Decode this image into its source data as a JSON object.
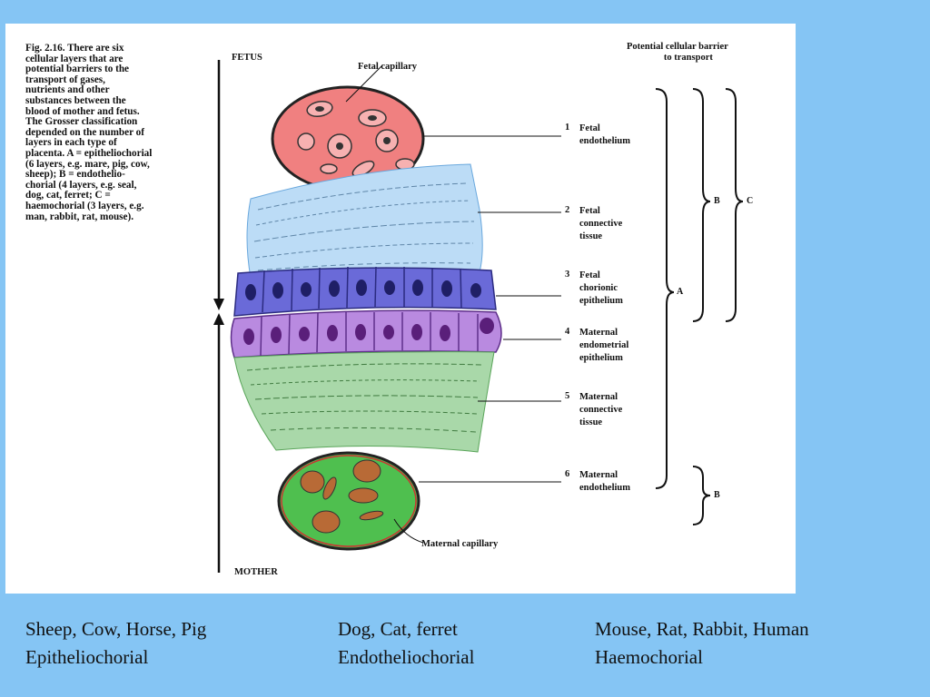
{
  "figure": {
    "caption": "Fig. 2.16. There are six\ncellular layers that are\npotential barriers to the\ntransport of gases,\nnutrients and other\nsubstances between the\nblood of mother and fetus.\nThe Grosser classification\ndepended on the number of\nlayers in each type of\nplacenta. A = epitheliochorial\n(6 layers, e.g. mare, pig, cow,\nsheep); B = endothelio-\nchorial (4 layers, e.g. seal,\ndog, cat, ferret; C =\nhaemochorial (3 layers, e.g.\nman, rabbit, rat, mouse).",
    "fetus_label": "FETUS",
    "mother_label": "MOTHER",
    "fetal_capillary_label": "Fetal capillary",
    "maternal_capillary_label": "Maternal capillary",
    "barrier_heading_line1": "Potential cellular barrier",
    "barrier_heading_line2": "to transport",
    "layers": [
      {
        "num": "1",
        "label": "Fetal\nendothelium"
      },
      {
        "num": "2",
        "label": "Fetal\nconnective\ntissue"
      },
      {
        "num": "3",
        "label": "Fetal\nchorionic\nepithelium"
      },
      {
        "num": "4",
        "label": "Maternal\nendometrial\nepithelium"
      },
      {
        "num": "5",
        "label": "Maternal\nconnective\ntissue"
      },
      {
        "num": "6",
        "label": "Maternal\nendothelium"
      }
    ],
    "brackets": {
      "a": "A",
      "b": "B",
      "c": "C",
      "b_lower": "B"
    },
    "colors": {
      "fetal_capillary": "#f08080",
      "fetal_connective": "#bcdcf6",
      "fetal_chorionic": "#6a6ad8",
      "maternal_endometrial": "#b98ae0",
      "maternal_connective": "#a9d8a9",
      "maternal_capillary": "#4fbf4f"
    }
  },
  "bottom": [
    {
      "animals": "Sheep, Cow, Horse, Pig",
      "type": "Epitheliochorial"
    },
    {
      "animals": "Dog, Cat, ferret",
      "type": "Endotheliochorial"
    },
    {
      "animals": "Mouse, Rat, Rabbit, Human",
      "type": "Haemochorial"
    }
  ]
}
